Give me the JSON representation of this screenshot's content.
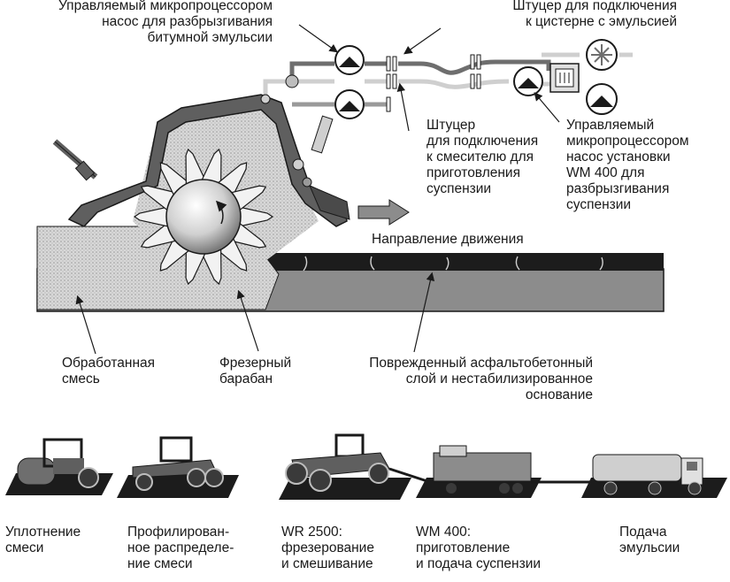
{
  "labels": {
    "pump_bitumen": "Управляемый микропроцессором\nнасос для разбрызгивания\nбитумной эмульсии",
    "fitting_tank": "Штуцер для подключения\nк цистерне с эмульсией",
    "fitting_mixer": "Штуцер\nдля подключения\nк смесителю для\nприготовления\nсуспензии",
    "pump_wm400": "Управляемый\nмикропроцессором\nнасос установки\nWM 400 для\nразбрызгивания\nсуспензии",
    "direction": "Направление движения",
    "processed_mix": "Обработанная\nсмесь",
    "milling_drum": "Фрезерный\nбарабан",
    "damaged_layer": "Поврежденный асфальтобетонный\nслой и нестабилизированное\nоснование"
  },
  "train": [
    {
      "id": "roller",
      "label": "Уплотнение\nсмеси"
    },
    {
      "id": "grader",
      "label": "Профилирован-\nное распределе-\nние смеси"
    },
    {
      "id": "wr2500",
      "label": "WR 2500:\nфрезерование\nи смешивание"
    },
    {
      "id": "wm400",
      "label": "WM 400:\nприготовление\nи подача суспензии"
    },
    {
      "id": "tanker",
      "label": "Подача\nэмульсии"
    }
  ],
  "colors": {
    "dark": "#5f5f5f",
    "road_black": "#1c1c1c",
    "base_gray": "#8c8c8c",
    "mix_light": "#d4d4d4",
    "pipe_light": "#cfcfcf",
    "pipe_dark": "#6e6e6e"
  }
}
